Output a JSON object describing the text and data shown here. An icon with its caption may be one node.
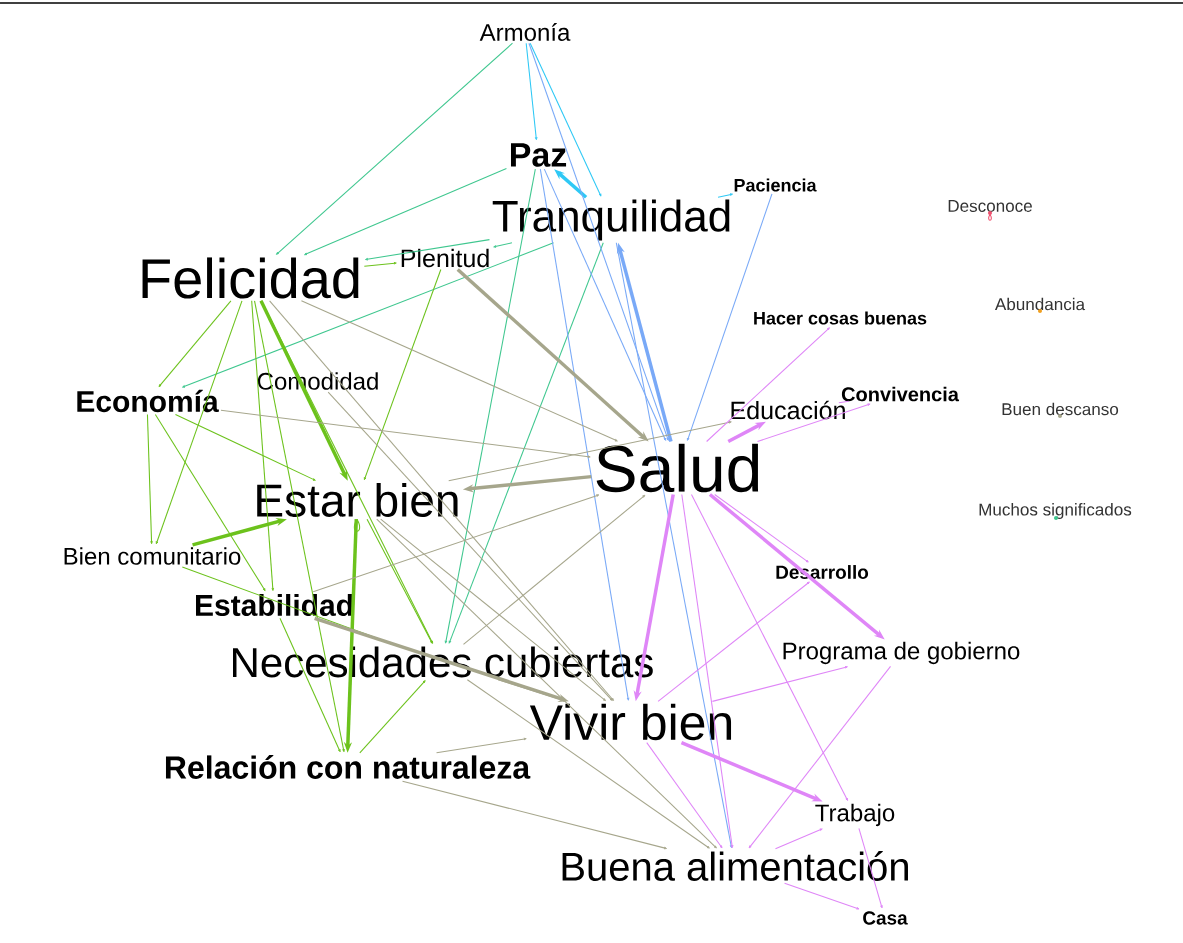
{
  "diagram": {
    "nodes": [
      {
        "text": [
          "Armonía"
        ]
      },
      {
        "text": [
          "Paz"
        ]
      },
      {
        "text": [
          "Paciencia"
        ]
      },
      {
        "text": [
          "Tranquilidad"
        ]
      },
      {
        "text": [
          "Desconoce"
        ]
      },
      {
        "text": [
          "Felicidad"
        ]
      },
      {
        "text": [
          "Plenitud"
        ]
      },
      {
        "text": [
          "Abundancia"
        ]
      },
      {
        "text": [
          "Hacer cosas buenas"
        ]
      },
      {
        "text": [
          "Comodidad"
        ]
      },
      {
        "text": [
          "Economía"
        ]
      },
      {
        "text": [
          "Convivencia"
        ]
      },
      {
        "text": [
          "Educación"
        ]
      },
      {
        "text": [
          "Buen descanso"
        ]
      },
      {
        "text": [
          "Salud"
        ]
      },
      {
        "text": [
          "Estar bien"
        ]
      },
      {
        "text": [
          "Muchos significados"
        ]
      },
      {
        "text": [
          "Bien comunitario"
        ]
      },
      {
        "text": [
          "Estabilidad"
        ]
      },
      {
        "text": [
          "Desarrollo"
        ]
      },
      {
        "text": [
          "Necesidades cubiertas"
        ]
      },
      {
        "text": [
          "Programa de gobierno"
        ]
      },
      {
        "text": [
          "Vivir bien"
        ]
      },
      {
        "text": [
          "Relación con naturaleza"
        ]
      },
      {
        "text": [
          "Trabajo"
        ]
      },
      {
        "text": [
          "Buena alimentación"
        ]
      },
      {
        "text": [
          "Casa"
        ]
      }
    ],
    "edges": [
      {
        "from": 0,
        "to": 5,
        "arrow": "to",
        "color": "#3fc78f"
      },
      {
        "from": 1,
        "to": 5,
        "arrow": "to",
        "color": "#3fc78f"
      },
      {
        "from": 3,
        "to": 5,
        "arrow": "to",
        "color": "#3fc78f"
      },
      {
        "from": 3,
        "to": 6,
        "arrow": "to",
        "color": "#3fc78f"
      },
      {
        "from": 3,
        "to": 10,
        "arrow": "to",
        "color": "#3fc78f"
      },
      {
        "from": 1,
        "to": 20,
        "arrow": "to",
        "color": "#3fc78f"
      },
      {
        "from": 3,
        "to": 20,
        "arrow": "to",
        "color": "#3fc78f"
      },
      {
        "from": 0,
        "to": 1,
        "arrow": "to",
        "color": "#2ec8f5"
      },
      {
        "from": 0,
        "to": 3,
        "arrow": "to",
        "color": "#2ec8f5"
      },
      {
        "from": 3,
        "to": 1,
        "arrow": "to",
        "style": "thick",
        "color": "#2ec8f5"
      },
      {
        "from": 3,
        "to": 2,
        "arrow": "to",
        "color": "#2ec8f5"
      },
      {
        "from": 0,
        "to": 14,
        "arrow": "to",
        "color": "#79a9f7"
      },
      {
        "from": 1,
        "to": 14,
        "arrow": "to",
        "color": "#79a9f7"
      },
      {
        "from": 1,
        "to": 22,
        "arrow": "to",
        "color": "#79a9f7"
      },
      {
        "from": 14,
        "to": 3,
        "arrow": "to",
        "style": "thick",
        "color": "#79a9f7"
      },
      {
        "from": 2,
        "to": 14,
        "arrow": "to",
        "color": "#79a9f7"
      },
      {
        "from": 3,
        "to": 25,
        "arrow": "to",
        "color": "#79a9f7"
      },
      {
        "from": 5,
        "to": 6,
        "arrow": "to",
        "color": "#6cc21c"
      },
      {
        "from": 5,
        "to": 10,
        "arrow": "to",
        "color": "#6cc21c"
      },
      {
        "from": 5,
        "to": 17,
        "arrow": "to",
        "color": "#6cc21c"
      },
      {
        "from": 5,
        "to": 18,
        "arrow": "to",
        "color": "#6cc21c"
      },
      {
        "from": 5,
        "to": 15,
        "arrow": "to",
        "style": "thick",
        "color": "#6cc21c"
      },
      {
        "from": 5,
        "to": 23,
        "arrow": "to",
        "color": "#6cc21c"
      },
      {
        "from": 5,
        "to": 20,
        "arrow": "to",
        "color": "#6cc21c"
      },
      {
        "from": 6,
        "to": 15,
        "arrow": "to",
        "color": "#6cc21c"
      },
      {
        "from": 10,
        "to": 17,
        "arrow": "to",
        "color": "#6cc21c"
      },
      {
        "from": 10,
        "to": 15,
        "arrow": "to",
        "color": "#6cc21c"
      },
      {
        "from": 10,
        "to": 18,
        "arrow": "to",
        "color": "#6cc21c"
      },
      {
        "from": 17,
        "to": 15,
        "arrow": "to",
        "style": "thick",
        "color": "#6cc21c"
      },
      {
        "from": 17,
        "to": 20,
        "arrow": "to",
        "color": "#6cc21c"
      },
      {
        "from": 15,
        "to": 23,
        "arrow": "to",
        "style": "thick",
        "color": "#6cc21c"
      },
      {
        "from": 15,
        "to": 20,
        "arrow": "to",
        "color": "#6cc21c"
      },
      {
        "from": 18,
        "to": 23,
        "arrow": "to",
        "color": "#6cc21c"
      },
      {
        "from": 23,
        "to": 20,
        "arrow": "to",
        "color": "#6cc21c"
      },
      {
        "from": 15,
        "to": 15,
        "arrow": "none",
        "color": "#6cc21c"
      },
      {
        "from": 6,
        "to": 14,
        "arrow": "to",
        "style": "thick",
        "color": "#a6a68c"
      },
      {
        "from": 5,
        "to": 14,
        "arrow": "to",
        "color": "#a6a68c"
      },
      {
        "from": 5,
        "to": 22,
        "arrow": "to",
        "color": "#a6a68c"
      },
      {
        "from": 10,
        "to": 14,
        "arrow": "to",
        "color": "#a6a68c"
      },
      {
        "from": 9,
        "to": 22,
        "arrow": "to",
        "color": "#a6a68c"
      },
      {
        "from": 14,
        "to": 15,
        "arrow": "to",
        "style": "thick",
        "color": "#a6a68c"
      },
      {
        "from": 15,
        "to": 12,
        "arrow": "to",
        "color": "#a6a68c"
      },
      {
        "from": 15,
        "to": 22,
        "arrow": "to",
        "color": "#a6a68c"
      },
      {
        "from": 15,
        "to": 25,
        "arrow": "to",
        "color": "#a6a68c"
      },
      {
        "from": 18,
        "to": 14,
        "arrow": "to",
        "color": "#a6a68c"
      },
      {
        "from": 18,
        "to": 22,
        "arrow": "to",
        "style": "thick",
        "color": "#a6a68c"
      },
      {
        "from": 20,
        "to": 14,
        "arrow": "to",
        "color": "#a6a68c"
      },
      {
        "from": 20,
        "to": 22,
        "arrow": "to",
        "color": "#a6a68c"
      },
      {
        "from": 20,
        "to": 25,
        "arrow": "to",
        "color": "#a6a68c"
      },
      {
        "from": 23,
        "to": 22,
        "arrow": "to",
        "color": "#a6a68c"
      },
      {
        "from": 23,
        "to": 25,
        "arrow": "to",
        "color": "#a6a68c"
      },
      {
        "from": 14,
        "to": 8,
        "arrow": "to",
        "color": "#df86f7"
      },
      {
        "from": 14,
        "to": 12,
        "arrow": "to",
        "style": "thick",
        "color": "#df86f7"
      },
      {
        "from": 14,
        "to": 11,
        "arrow": "to",
        "color": "#df86f7"
      },
      {
        "from": 12,
        "to": 11,
        "arrow": "none",
        "color": "#df86f7"
      },
      {
        "from": 14,
        "to": 22,
        "arrow": "to",
        "style": "thick",
        "color": "#df86f7"
      },
      {
        "from": 14,
        "to": 25,
        "arrow": "to",
        "color": "#df86f7"
      },
      {
        "from": 14,
        "to": 24,
        "arrow": "to",
        "color": "#df86f7"
      },
      {
        "from": 14,
        "to": 21,
        "arrow": "to",
        "style": "thick",
        "color": "#df86f7"
      },
      {
        "from": 14,
        "to": 19,
        "arrow": "to",
        "color": "#df86f7"
      },
      {
        "from": 22,
        "to": 19,
        "arrow": "to",
        "color": "#df86f7"
      },
      {
        "from": 22,
        "to": 21,
        "arrow": "to",
        "color": "#df86f7"
      },
      {
        "from": 22,
        "to": 24,
        "arrow": "to",
        "style": "thick",
        "color": "#df86f7"
      },
      {
        "from": 22,
        "to": 25,
        "arrow": "to",
        "color": "#df86f7"
      },
      {
        "from": 21,
        "to": 25,
        "arrow": "to",
        "color": "#df86f7"
      },
      {
        "from": 25,
        "to": 24,
        "arrow": "to",
        "color": "#df86f7"
      },
      {
        "from": 25,
        "to": 26,
        "arrow": "to",
        "color": "#df86f7"
      },
      {
        "from": 24,
        "to": 26,
        "arrow": "to",
        "color": "#df86f7"
      },
      {
        "from": 4,
        "to": 4,
        "arrow": "none",
        "color": "#f0506e"
      }
    ]
  }
}
